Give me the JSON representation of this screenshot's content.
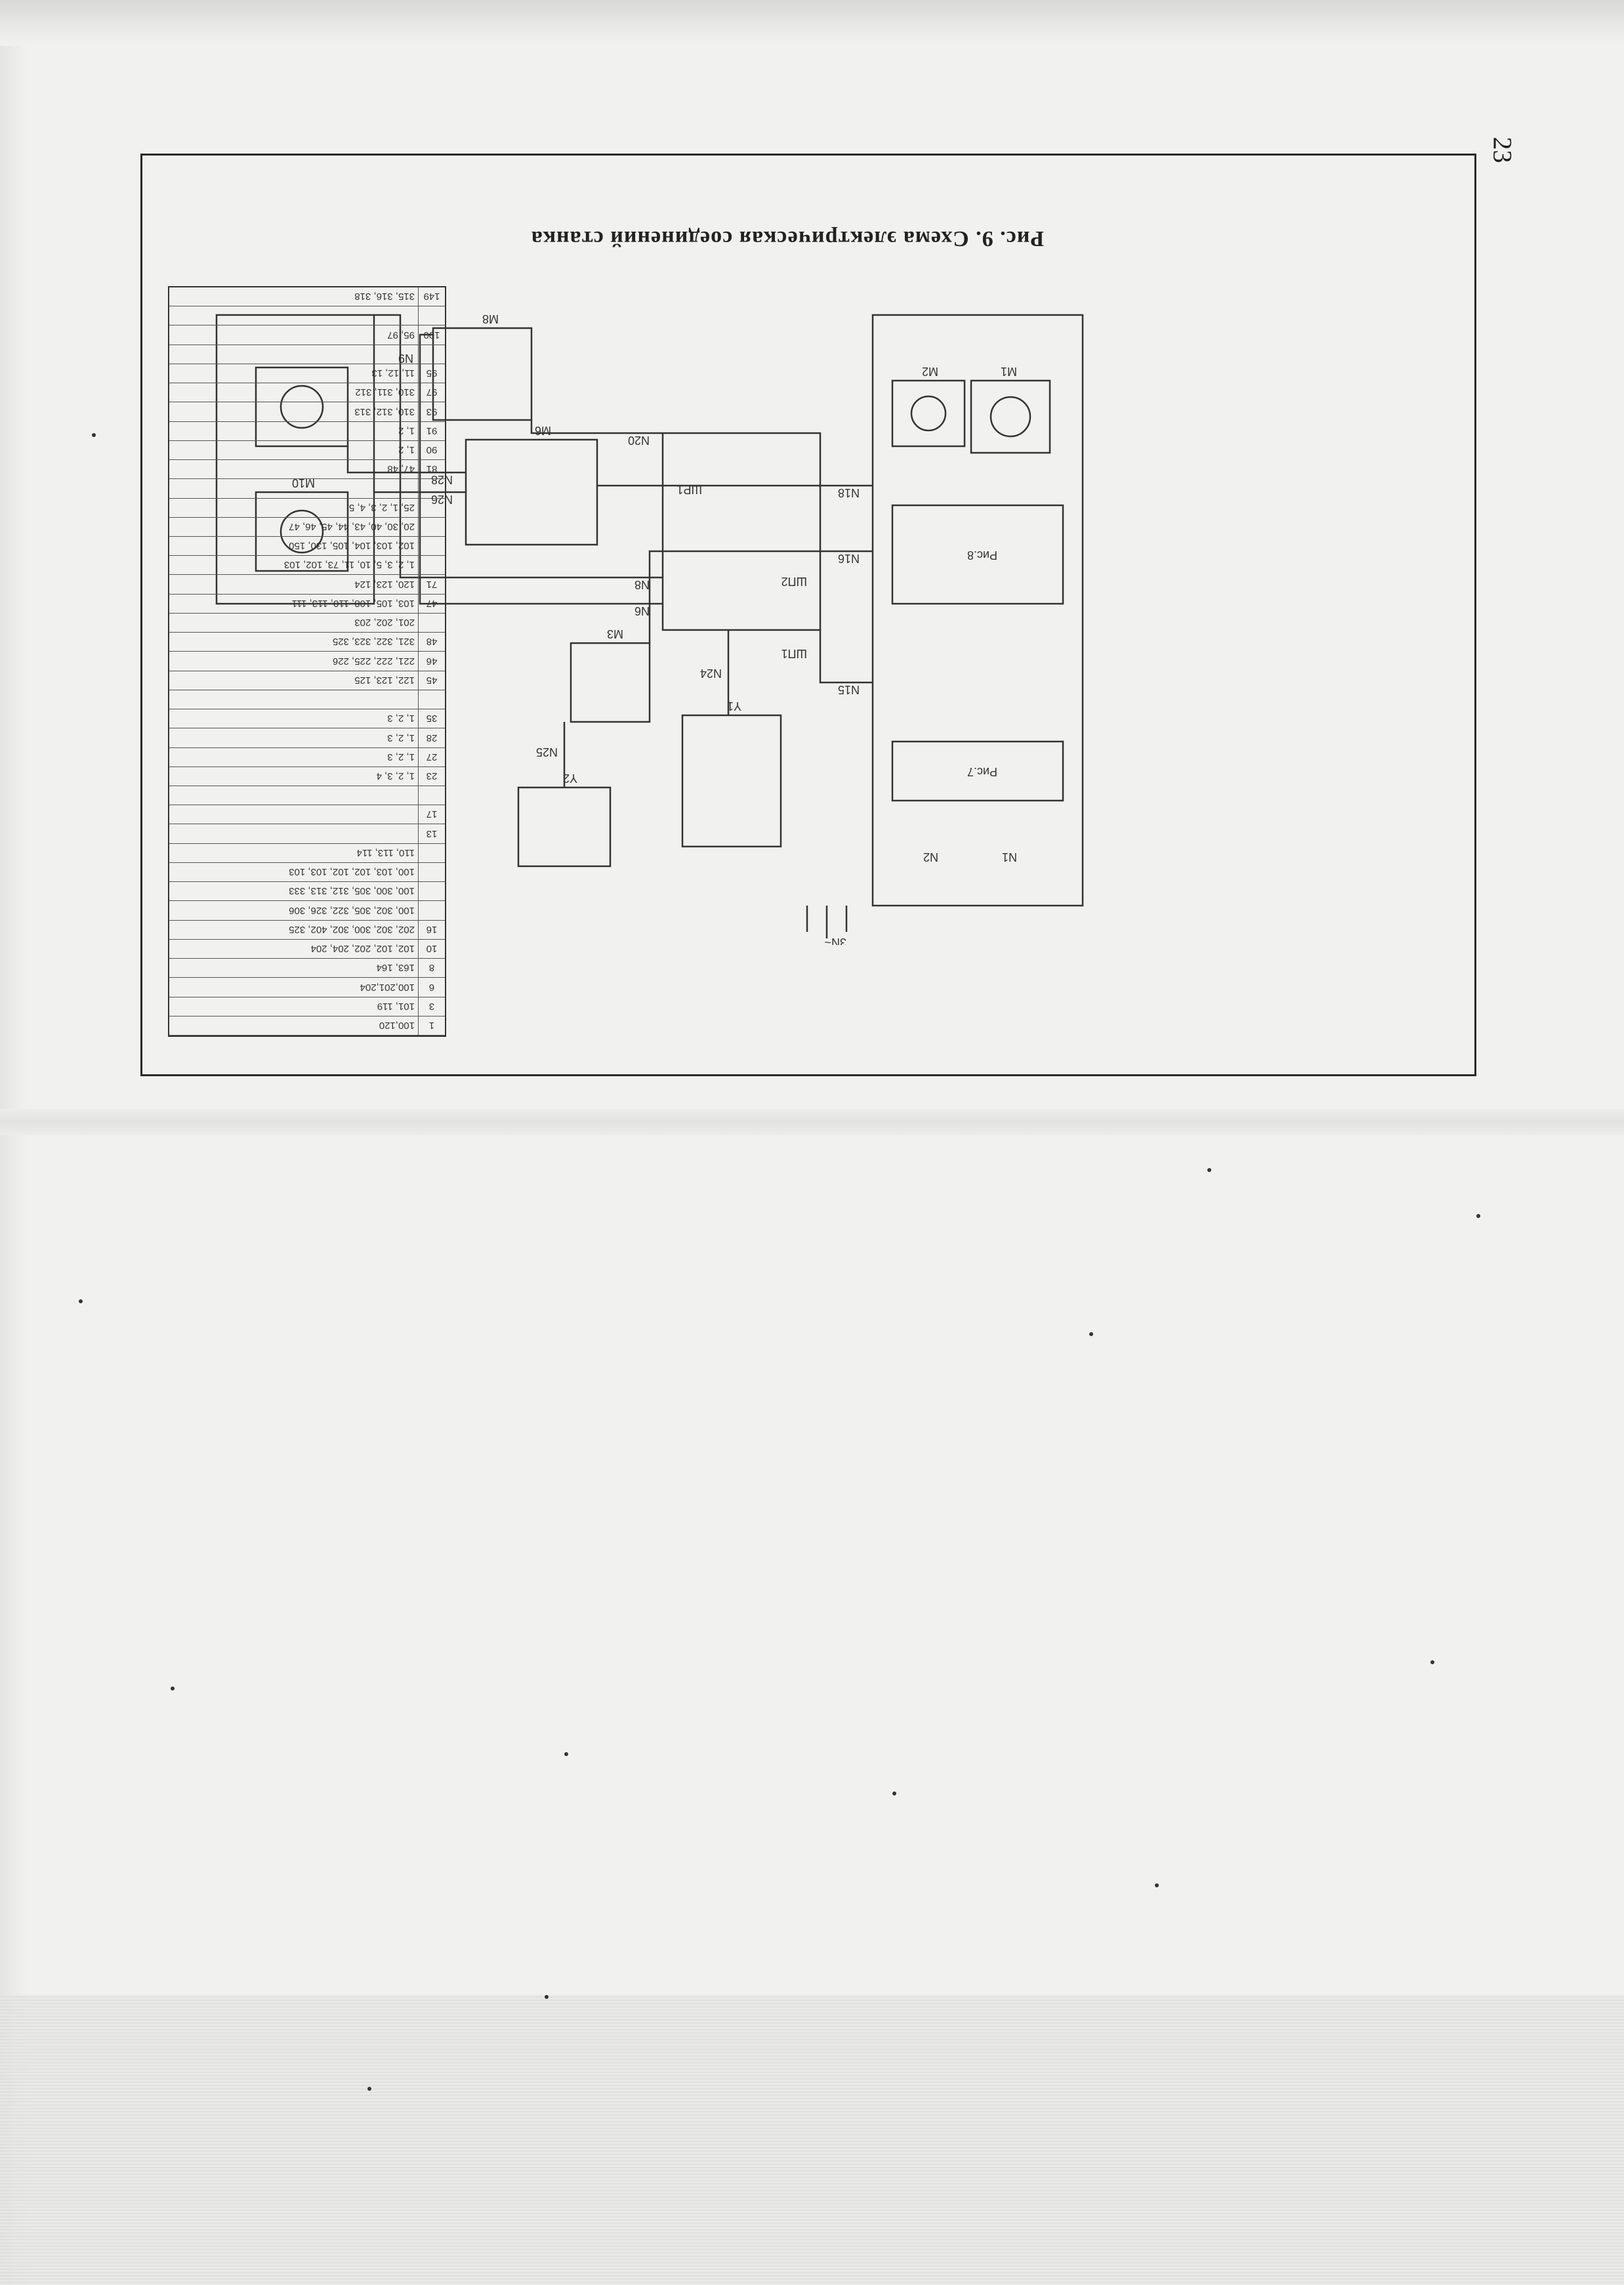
{
  "page_number": "23",
  "caption": "Рис. 9. Схема электрическая соединений станка",
  "diagram": {
    "blocks": [
      {
        "id": "Рис.7",
        "label": "Рис.7"
      },
      {
        "id": "Рис.8",
        "label": "Рис.8"
      },
      {
        "id": "M1",
        "label": "M1"
      },
      {
        "id": "M2",
        "label": "M2"
      },
      {
        "id": "M3",
        "label": "M3"
      },
      {
        "id": "M6",
        "label": "M6"
      },
      {
        "id": "M8",
        "label": "M8"
      },
      {
        "id": "M10",
        "label": "M10"
      },
      {
        "id": "Y1",
        "label": "Y1"
      },
      {
        "id": "Y2",
        "label": "Y2"
      }
    ],
    "labels": [
      "N15",
      "N16",
      "N18",
      "N20",
      "N24",
      "N25",
      "N26",
      "N28",
      "N2",
      "N1",
      "ШП1",
      "ШП2",
      "ШР1",
      "3N~",
      "N6",
      "N8",
      "N9"
    ]
  },
  "table": {
    "rows": [
      {
        "num": "1",
        "value": "100,120"
      },
      {
        "num": "3",
        "value": "101, 119"
      },
      {
        "num": "6",
        "value": "100,201,204"
      },
      {
        "num": "8",
        "value": "163, 164"
      },
      {
        "num": "10",
        "value": "102, 102, 202, 204, 204"
      },
      {
        "num": "16",
        "value": "202, 302, 300, 302, 402, 325"
      },
      {
        "num": "",
        "value": "100, 302, 305, 322, 326, 306"
      },
      {
        "num": "",
        "value": "100, 300, 305, 312, 313, 333"
      },
      {
        "num": "",
        "value": "100, 103, 102, 102, 103, 103"
      },
      {
        "num": "",
        "value": "110, 113, 114"
      },
      {
        "num": "13",
        "value": ""
      },
      {
        "num": "17",
        "value": ""
      },
      {
        "num": "",
        "value": ""
      },
      {
        "num": "23",
        "value": "1, 2, 3, 4"
      },
      {
        "num": "27",
        "value": "1, 2, 3"
      },
      {
        "num": "28",
        "value": "1, 2, 3"
      },
      {
        "num": "35",
        "value": "1, 2, 3"
      },
      {
        "num": "",
        "value": ""
      },
      {
        "num": "45",
        "value": "122, 123, 125"
      },
      {
        "num": "46",
        "value": "221, 222, 225, 226"
      },
      {
        "num": "48",
        "value": "321, 322, 323, 325"
      },
      {
        "num": "",
        "value": "201, 202, 203"
      },
      {
        "num": "47",
        "value": "103, 105, 108, 110, 113, 111"
      },
      {
        "num": "71",
        "value": "120, 123, 124"
      },
      {
        "num": "",
        "value": "1, 2, 3, 5, 10, 11, 73, 102, 103"
      },
      {
        "num": "",
        "value": "102, 103, 104, 105, 130, 150"
      },
      {
        "num": "",
        "value": "20, 30, 40, 43, 44, 45, 46, 47"
      },
      {
        "num": "",
        "value": "25, 1, 2, 3, 4, 5"
      },
      {
        "num": "",
        "value": ""
      },
      {
        "num": "81",
        "value": "47, 48"
      },
      {
        "num": "90",
        "value": "1, 2"
      },
      {
        "num": "91",
        "value": "1, 2"
      },
      {
        "num": "93",
        "value": "310, 312, 313"
      },
      {
        "num": "97",
        "value": "310, 311, 312"
      },
      {
        "num": "95",
        "value": "11, 12, 13"
      },
      {
        "num": "",
        "value": ""
      },
      {
        "num": "100",
        "value": "95, 97"
      },
      {
        "num": "",
        "value": ""
      },
      {
        "num": "149",
        "value": "315, 316, 318"
      }
    ]
  }
}
